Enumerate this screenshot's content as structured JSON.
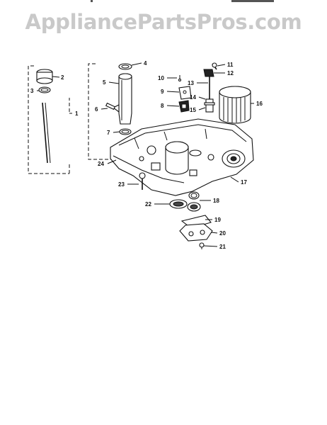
{
  "watermark": "AppliancePartsPros.com",
  "callouts": [
    "1",
    "2",
    "3",
    "4",
    "5",
    "6",
    "7",
    "8",
    "9",
    "10",
    "11",
    "12",
    "13",
    "14",
    "15",
    "16",
    "17",
    "18",
    "19",
    "20",
    "21",
    "22",
    "23",
    "24"
  ]
}
